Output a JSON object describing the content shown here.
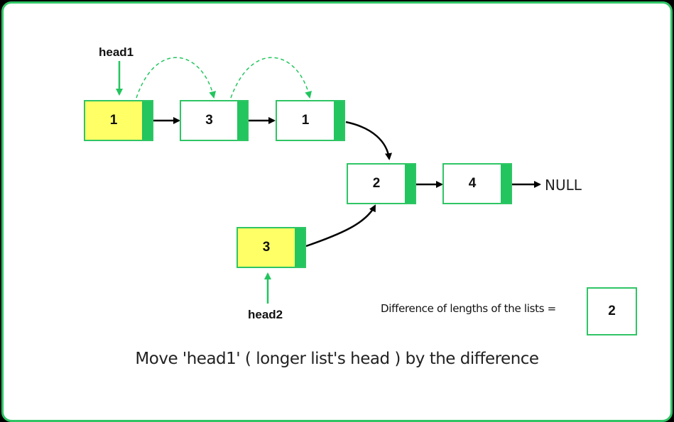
{
  "list1": {
    "head_label": "head1",
    "nodes": [
      {
        "value": "1",
        "highlighted": true
      },
      {
        "value": "3",
        "highlighted": false
      },
      {
        "value": "1",
        "highlighted": false
      }
    ]
  },
  "shared": {
    "nodes": [
      {
        "value": "2"
      },
      {
        "value": "4"
      }
    ],
    "terminator": "NULL"
  },
  "list2": {
    "head_label": "head2",
    "nodes": [
      {
        "value": "3",
        "highlighted": true
      }
    ]
  },
  "difference": {
    "label": "Difference of lengths of the lists =",
    "value": "2"
  },
  "caption": "Move 'head1' ( longer list's head ) by the difference",
  "colors": {
    "accent": "#22c55e",
    "highlight": "#ffff66",
    "frame": "#2fc565",
    "background": "#000000"
  }
}
